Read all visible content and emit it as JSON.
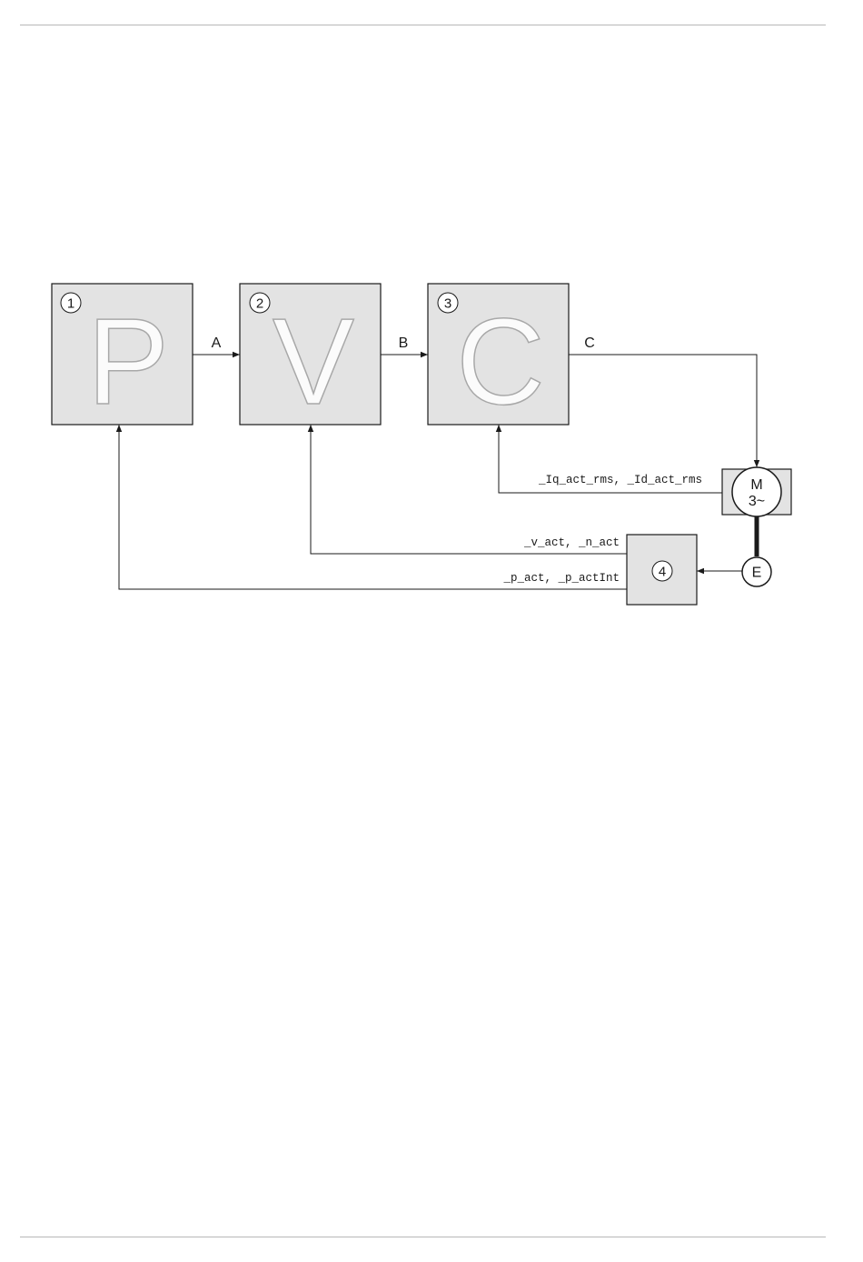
{
  "blocks": [
    {
      "number": "1",
      "letter": "P"
    },
    {
      "number": "2",
      "letter": "V"
    },
    {
      "number": "3",
      "letter": "C"
    }
  ],
  "block4": {
    "number": "4"
  },
  "motor": {
    "line1": "M",
    "line2": "3~"
  },
  "encoder": {
    "label": "E"
  },
  "signals": {
    "a": "A",
    "b": "B",
    "c": "C",
    "current_feedback": "_Iq_act_rms, _Id_act_rms",
    "velocity_feedback": "_v_act, _n_act",
    "position_feedback": "_p_act, _p_actInt"
  },
  "colors": {
    "block_fill": "#e3e3e3",
    "stroke": "#1a1a1a",
    "letter_fill": "#fbfbfb",
    "letter_stroke": "#a8a8a8"
  }
}
